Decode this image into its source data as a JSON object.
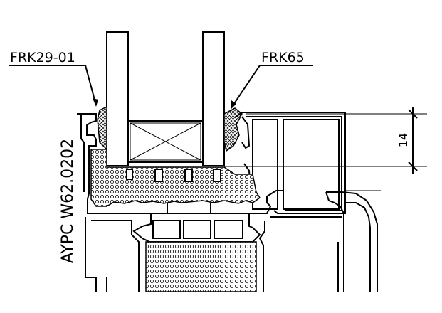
{
  "labels": {
    "seal_left": "FRK29-01",
    "seal_right": "FRK65",
    "profile_code": "AYPC W62.0202",
    "dimension": "14"
  },
  "colors": {
    "line": "#000000",
    "background": "#ffffff"
  }
}
